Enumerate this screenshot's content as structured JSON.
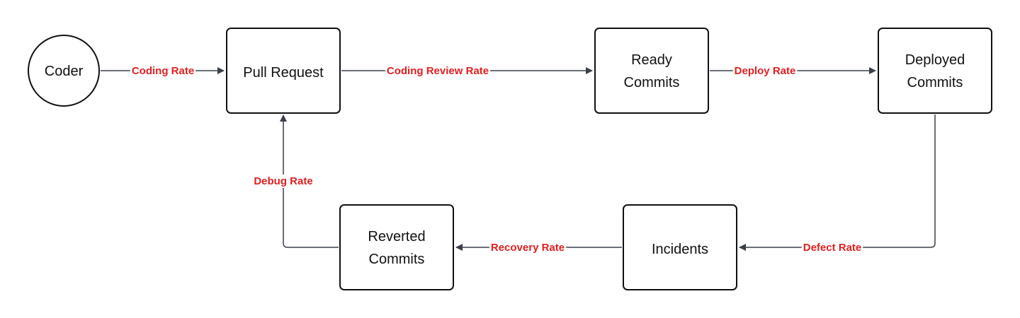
{
  "colors": {
    "edge": "#3a3f4a",
    "label": "#e02020",
    "node_border": "#111111",
    "background": "#ffffff"
  },
  "nodes": {
    "coder": {
      "lines": [
        "Coder"
      ]
    },
    "pull_request": {
      "lines": [
        "Pull Request"
      ]
    },
    "ready_commits": {
      "lines": [
        "Ready",
        "Commits"
      ]
    },
    "deployed_commits": {
      "lines": [
        "Deployed",
        "Commits"
      ]
    },
    "incidents": {
      "lines": [
        "Incidents"
      ]
    },
    "reverted_commits": {
      "lines": [
        "Reverted",
        "Commits"
      ]
    }
  },
  "edges": {
    "coding_rate": {
      "from": "Coder",
      "to": "Pull Request",
      "label": "Coding Rate"
    },
    "coding_review_rate": {
      "from": "Pull Request",
      "to": "Ready Commits",
      "label": "Coding Review Rate"
    },
    "deploy_rate": {
      "from": "Ready Commits",
      "to": "Deployed Commits",
      "label": "Deploy Rate"
    },
    "defect_rate": {
      "from": "Deployed Commits",
      "to": "Incidents",
      "label": "Defect Rate"
    },
    "recovery_rate": {
      "from": "Incidents",
      "to": "Reverted Commits",
      "label": "Recovery Rate"
    },
    "debug_rate": {
      "from": "Reverted Commits",
      "to": "Pull Request",
      "label": "Debug Rate"
    }
  }
}
